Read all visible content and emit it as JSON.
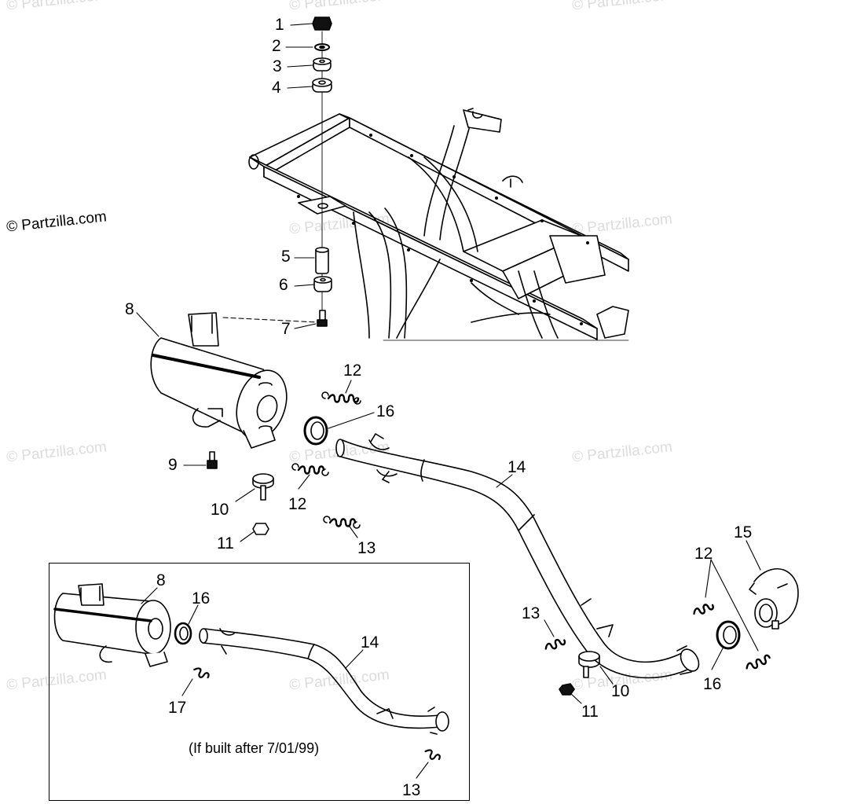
{
  "copyright": "© Partzilla.com",
  "watermark": "© Partzilla.com",
  "inset_note": "(If built after 7/01/99)",
  "callouts": {
    "c1": "1",
    "c2": "2",
    "c3": "3",
    "c4": "4",
    "c5": "5",
    "c6": "6",
    "c7": "7",
    "c8": "8",
    "c9": "9",
    "c10": "10",
    "c11": "11",
    "c12a": "12",
    "c16a": "16",
    "c12b": "12",
    "c13a": "13",
    "c14": "14",
    "c15": "15",
    "c12c": "12",
    "c13b": "13",
    "c10b": "10",
    "c11b": "11",
    "c16b": "16",
    "i8": "8",
    "i16": "16",
    "i14": "14",
    "i17": "17",
    "i13": "13"
  }
}
